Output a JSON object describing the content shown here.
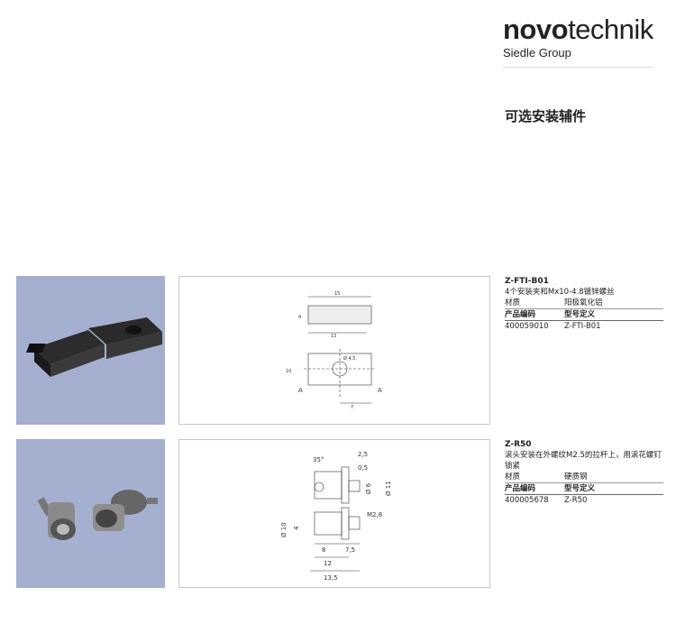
{
  "logo": {
    "brand_bold": "novo",
    "brand_light": "technik",
    "subtitle": "Siedle Group"
  },
  "page_title": "可选安装辅件",
  "products": [
    {
      "code": "Z-FTI-B01",
      "description": "4个安装夹和Mx10-4.8镀锌螺丝",
      "material_label": "材质",
      "material": "阳极氧化铝",
      "col_code": "产品编码",
      "col_type": "型号定义",
      "part_number": "400059010",
      "type": "Z-FTI-B01",
      "drawing_labels": {
        "w": "15",
        "h": "4",
        "base": "13",
        "hole": "Ø 4,5",
        "sec": "A",
        "side": "10",
        "bottom": "7"
      }
    },
    {
      "code": "Z-R50",
      "description": "滚头安装在外螺纹M2.5的拉杆上，用滚花螺钉锁紧",
      "material_label": "材质",
      "material": "硬质钢",
      "col_code": "产品编码",
      "col_type": "型号定义",
      "part_number": "400005678",
      "type": "Z-R50",
      "drawing_labels": {
        "angle": "35°",
        "d1": "2,5",
        "d2": "0,5",
        "d3": "Ø 6",
        "d4": "Ø 11",
        "d5": "M2,8",
        "d6": "Ø 10",
        "d7": "4",
        "d8": "8",
        "d9": "7,5",
        "d10": "12",
        "d11": "13,5"
      }
    }
  ]
}
